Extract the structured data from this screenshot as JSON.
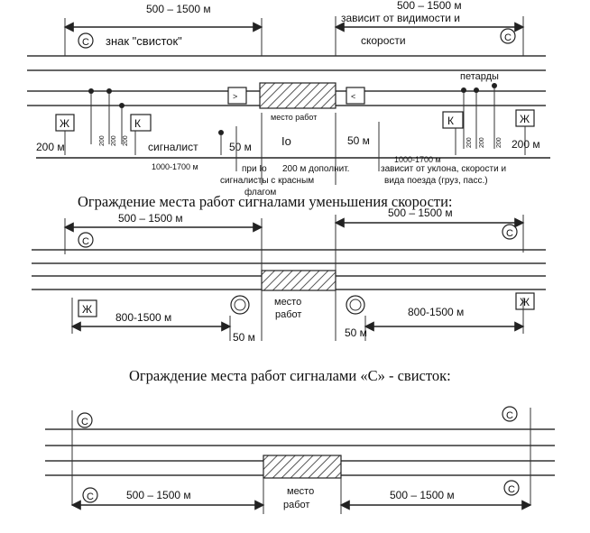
{
  "colors": {
    "ink": "#222222",
    "paper": "#ffffff",
    "hatch": "#555555"
  },
  "section1": {
    "dist_top_left": "500 – 1500 м",
    "dist_top_right": "500 – 1500 м",
    "visibility_note_1": "зависит от видимости и",
    "visibility_note_2": "скорости",
    "whistle_sign_label": "знак \"свисток\"",
    "c_sign_letter": "С",
    "k_sign_letter": "К",
    "petards_label": "петарды",
    "work_site_label": "место работ",
    "io_label": "Io",
    "dist_200_left": "200 м",
    "dist_200_right": "200 м",
    "signalman_label": "сигналист",
    "dist_50_left": "50 м",
    "dist_50_right": "50 м",
    "dist_1000_1700_left": "1000-1700 м",
    "dist_1000_1700_right": "1000-1700 м",
    "io_note_1": "при Io",
    "io_note_2": "сигналисты с красным",
    "io_note_3": "флагом",
    "extra_200_note": "200 м дополнит.",
    "slope_note_1": "зависит от уклона, скорости и",
    "slope_note_2": "вида поезда (груз, пасс.)",
    "mini_200": "200"
  },
  "heading2": "Ограждение места работ сигналами уменьшения скорости:",
  "section2": {
    "dist_top_left": "500 – 1500 м",
    "dist_top_right": "500 – 1500 м",
    "c_sign_letter": "С",
    "work_label_1": "место",
    "work_label_2": "работ",
    "dist_800_left": "800-1500 м",
    "dist_800_right": "800-1500 м",
    "dist_50_left": "50 м",
    "dist_50_right": "50 м"
  },
  "heading3": "Ограждение места работ сигналами «С» - свисток:",
  "section3": {
    "c_sign_letter": "С",
    "work_label_1": "место",
    "work_label_2": "работ",
    "dist_bottom_left": "500 – 1500 м",
    "dist_bottom_right": "500 – 1500 м"
  }
}
